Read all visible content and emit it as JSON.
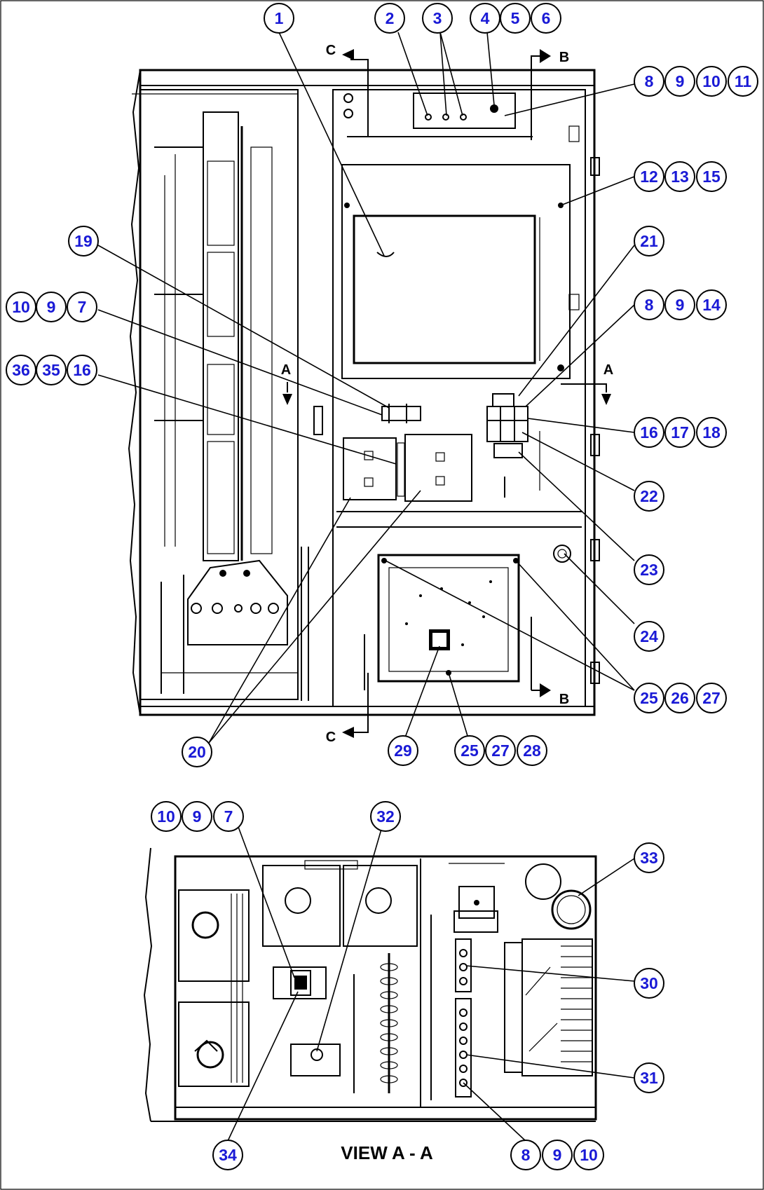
{
  "section_markers": {
    "b": "B",
    "c": "C",
    "a": "A"
  },
  "view_title": "VIEW A - A",
  "callouts": {
    "c1": "1",
    "c2": "2",
    "c3": "3",
    "c4": "4",
    "c5": "5",
    "c6": "6",
    "c8a": "8",
    "c9a": "9",
    "c10a": "10",
    "c11": "11",
    "c12": "12",
    "c13": "13",
    "c15": "15",
    "c19": "19",
    "c21": "21",
    "c10b": "10",
    "c9b": "9",
    "c7a": "7",
    "c8b": "8",
    "c9c": "9",
    "c14": "14",
    "c36": "36",
    "c35": "35",
    "c16a": "16",
    "c16b": "16",
    "c17": "17",
    "c18": "18",
    "c22": "22",
    "c23": "23",
    "c24": "24",
    "c25a": "25",
    "c26": "26",
    "c27a": "27",
    "c20": "20",
    "c29": "29",
    "c25b": "25",
    "c27b": "27",
    "c28": "28",
    "c10c": "10",
    "c9d": "9",
    "c7b": "7",
    "c32": "32",
    "c33": "33",
    "c30": "30",
    "c31": "31",
    "c34": "34",
    "c8c": "8",
    "c9e": "9",
    "c10d": "10"
  }
}
